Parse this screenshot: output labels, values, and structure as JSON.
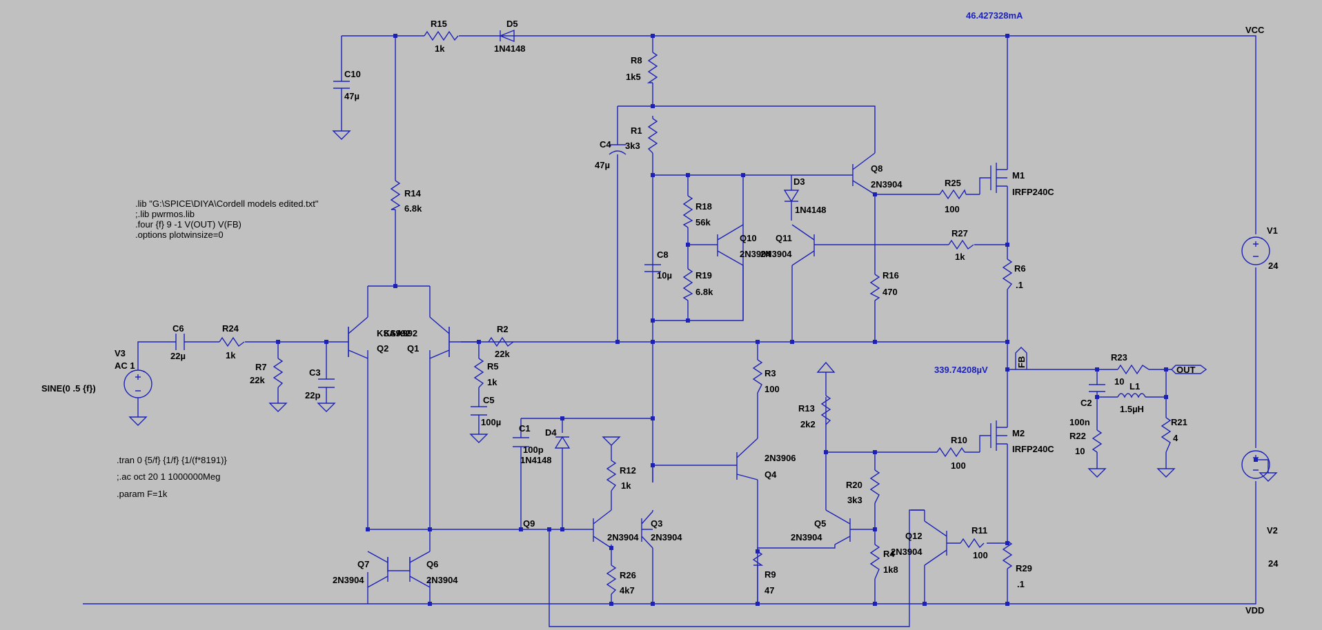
{
  "probes": {
    "supply_current": "46.427328mA",
    "fb_voltage": "339.74208µV"
  },
  "nets": {
    "vcc": "VCC",
    "vdd": "VDD",
    "out": "OUT",
    "fb": "FB"
  },
  "directives": {
    "lib1": ".lib \"G:\\SPICE\\DIYA\\Cordell models edited.txt\"",
    "lib2": ";.lib pwrmos.lib",
    "four": ".four {f} 9 -1 V(OUT) V(FB)",
    "options": ".options plotwinsize=0",
    "tran": ".tran 0 {5/f} {1/f} {1/(f*8191)}",
    "ac": ";.ac oct 20 1 1000000Meg",
    "param": ".param F=1k"
  },
  "parts": {
    "R15": {
      "ref": "R15",
      "val": "1k"
    },
    "D5": {
      "ref": "D5",
      "val": "1N4148"
    },
    "C10": {
      "ref": "C10",
      "val": "47µ"
    },
    "R8": {
      "ref": "R8",
      "val": "1k5"
    },
    "R1": {
      "ref": "R1",
      "val": "3k3"
    },
    "C4": {
      "ref": "C4",
      "val": "47µ"
    },
    "R14": {
      "ref": "R14",
      "val": "6.8k"
    },
    "R18": {
      "ref": "R18",
      "val": "56k"
    },
    "R19": {
      "ref": "R19",
      "val": "6.8k"
    },
    "C8": {
      "ref": "C8",
      "val": "10µ"
    },
    "D3": {
      "ref": "D3",
      "val": "1N4148"
    },
    "Q8": {
      "ref": "Q8",
      "val": "2N3904"
    },
    "Q10": {
      "ref": "Q10",
      "val": "2N3904"
    },
    "Q11": {
      "ref": "Q11",
      "val": "2N3904"
    },
    "R25": {
      "ref": "R25",
      "val": "100"
    },
    "R27": {
      "ref": "R27",
      "val": "1k"
    },
    "M1": {
      "ref": "M1",
      "val": "IRFP240C"
    },
    "M2": {
      "ref": "M2",
      "val": "IRFP240C"
    },
    "R16": {
      "ref": "R16",
      "val": "470"
    },
    "R6": {
      "ref": "R6",
      "val": ".1"
    },
    "V1": {
      "ref": "V1",
      "val": "24"
    },
    "V2": {
      "ref": "V2",
      "val": "24"
    },
    "V3": {
      "ref": "V3",
      "val": "AC 1",
      "src": "SINE(0 .5 {f})"
    },
    "C6": {
      "ref": "C6",
      "val": "22µ"
    },
    "R24": {
      "ref": "R24",
      "val": "1k"
    },
    "R7": {
      "ref": "R7",
      "val": "22k"
    },
    "C3": {
      "ref": "C3",
      "val": "22p"
    },
    "Q2": {
      "ref": "Q2",
      "val": "KSA992"
    },
    "Q1": {
      "ref": "Q1",
      "val": "KSA992"
    },
    "R2": {
      "ref": "R2",
      "val": "22k"
    },
    "R5": {
      "ref": "R5",
      "val": "1k"
    },
    "C5": {
      "ref": "C5",
      "val": "100µ"
    },
    "R3": {
      "ref": "R3",
      "val": "100"
    },
    "R13": {
      "ref": "R13",
      "val": "2k2"
    },
    "R23": {
      "ref": "R23",
      "val": "10"
    },
    "L1": {
      "ref": "L1",
      "val": "1.5µH"
    },
    "C2": {
      "ref": "C2",
      "val": "100n"
    },
    "R22": {
      "ref": "R22",
      "val": "10"
    },
    "R21": {
      "ref": "R21",
      "val": "4"
    },
    "C1": {
      "ref": "C1",
      "val": "100p"
    },
    "D4": {
      "ref": "D4",
      "val": "1N4148"
    },
    "R12": {
      "ref": "R12",
      "val": "1k"
    },
    "Q4": {
      "ref": "Q4",
      "val": "2N3906"
    },
    "R10": {
      "ref": "R10",
      "val": "100"
    },
    "R20": {
      "ref": "R20",
      "val": "3k3"
    },
    "Q5": {
      "ref": "Q5",
      "val": "2N3904"
    },
    "Q9": {
      "ref": "Q9",
      "val": "2N3904"
    },
    "Q3": {
      "ref": "Q3",
      "val": "2N3904"
    },
    "Q12": {
      "ref": "Q12",
      "val": "2N3904"
    },
    "R11": {
      "ref": "R11",
      "val": "100"
    },
    "R4": {
      "ref": "R4",
      "val": "1k8"
    },
    "R29": {
      "ref": "R29",
      "val": ".1"
    },
    "R26": {
      "ref": "R26",
      "val": "4k7"
    },
    "R9": {
      "ref": "R9",
      "val": "47"
    },
    "Q7": {
      "ref": "Q7",
      "val": "2N3904"
    },
    "Q6": {
      "ref": "Q6",
      "val": "2N3904"
    }
  }
}
